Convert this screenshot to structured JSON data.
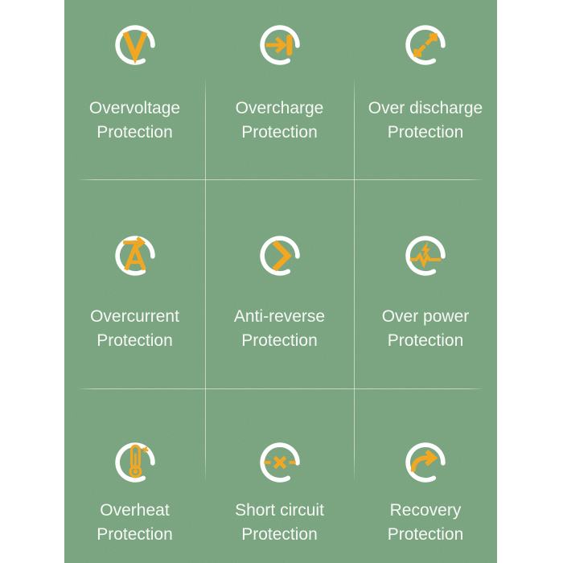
{
  "theme": {
    "page_bg": "#ffffff",
    "panel_bg": "#77a27d",
    "icon_accent": "#f0a41e",
    "icon_ring": "#fdfdfd",
    "label_color": "#f6f8f5"
  },
  "features": [
    {
      "id": "overvoltage",
      "icon": "overvoltage-icon",
      "line1": "Overvoltage",
      "line2": "Protection"
    },
    {
      "id": "overcharge",
      "icon": "overcharge-icon",
      "line1": "Overcharge",
      "line2": "Protection"
    },
    {
      "id": "over-discharge",
      "icon": "over-discharge-icon",
      "line1": "Over discharge",
      "line2": "Protection"
    },
    {
      "id": "overcurrent",
      "icon": "overcurrent-icon",
      "line1": "Overcurrent",
      "line2": "Protection"
    },
    {
      "id": "anti-reverse",
      "icon": "anti-reverse-icon",
      "line1": "Anti-reverse",
      "line2": "Protection"
    },
    {
      "id": "over-power",
      "icon": "over-power-icon",
      "line1": "Over power",
      "line2": "Protection"
    },
    {
      "id": "overheat",
      "icon": "overheat-icon",
      "line1": "Overheat",
      "line2": "Protection"
    },
    {
      "id": "short-circuit",
      "icon": "short-circuit-icon",
      "line1": "Short circuit",
      "line2": "Protection"
    },
    {
      "id": "recovery",
      "icon": "recovery-icon",
      "line1": "Recovery",
      "line2": "Protection"
    }
  ]
}
